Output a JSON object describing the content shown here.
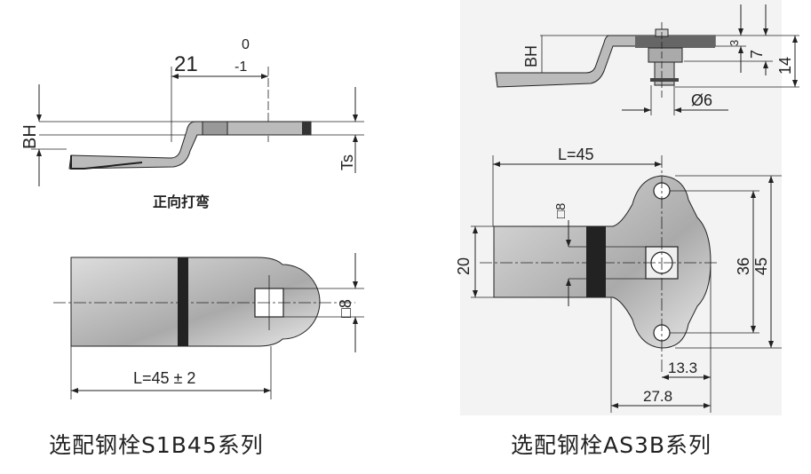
{
  "left": {
    "side_view": {
      "dim_length": "21",
      "tol_upper": "0",
      "tol_lower": "-1",
      "label_bh": "BH",
      "label_ts": "Ts",
      "subtitle": "正向打弯"
    },
    "top_view": {
      "square": "□8",
      "length": "L=45 ± 2"
    },
    "caption": "选配钢栓S1B45系列"
  },
  "right": {
    "side_view": {
      "label_bh": "BH",
      "dim_3": "3",
      "dim_7": "7",
      "dim_14": "14",
      "dia": "Ø6"
    },
    "top_view": {
      "length": "L=45",
      "square": "□8",
      "width": "20",
      "hole_spacing": "36",
      "height": "45",
      "offset1": "13.3",
      "offset2": "27.8"
    },
    "caption": "选配钢栓AS3B系列"
  },
  "colors": {
    "line": "#222222",
    "part": "#b8b8b8",
    "dark": "#333333",
    "panel": "#f3f3f3"
  }
}
